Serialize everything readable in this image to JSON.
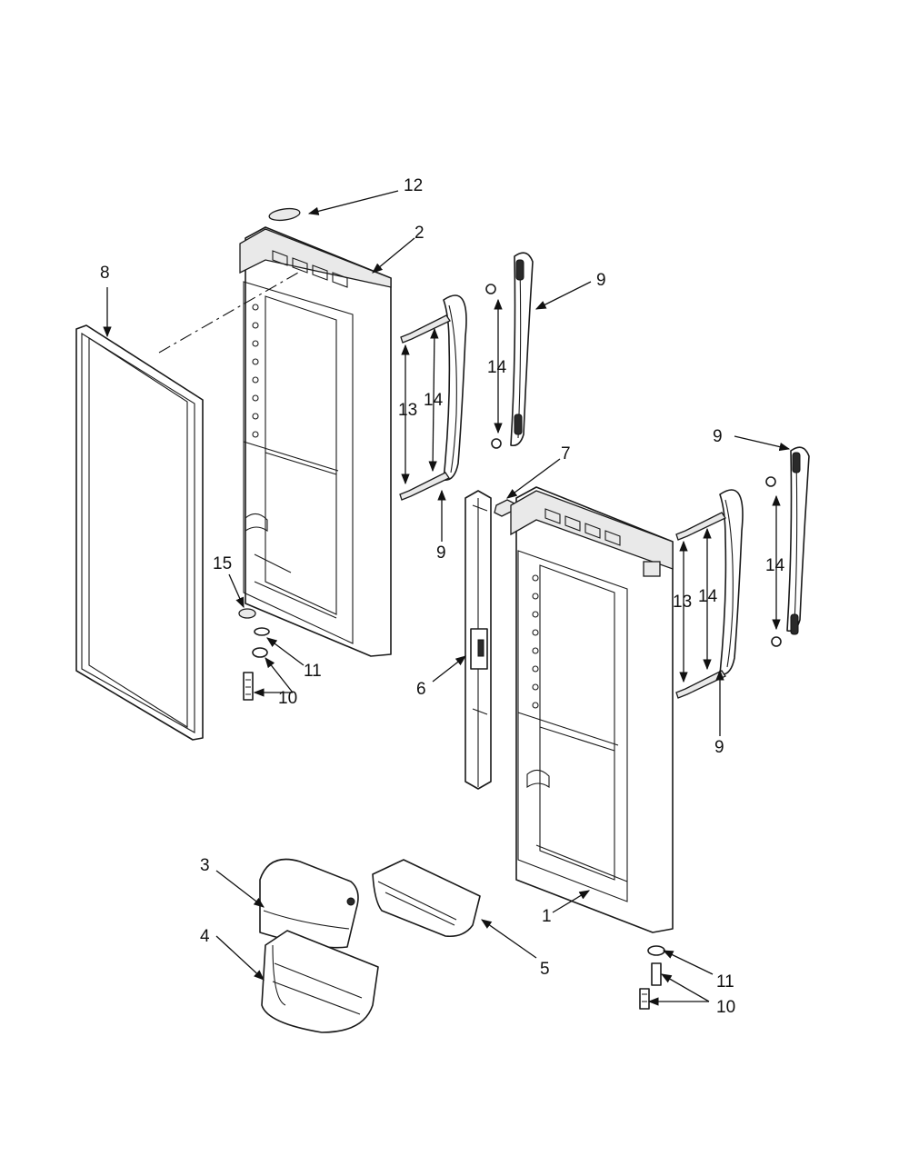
{
  "colors": {
    "line": "#1a1a1a",
    "background": "#ffffff"
  },
  "callouts": [
    {
      "id": "c12",
      "text": "12"
    },
    {
      "id": "c2",
      "text": "2"
    },
    {
      "id": "c8",
      "text": "8"
    },
    {
      "id": "c9a",
      "text": "9"
    },
    {
      "id": "c14a",
      "text": "14"
    },
    {
      "id": "c13a",
      "text": "13"
    },
    {
      "id": "c14b",
      "text": "14"
    },
    {
      "id": "c9b",
      "text": "9"
    },
    {
      "id": "c7",
      "text": "7"
    },
    {
      "id": "c9c",
      "text": "9"
    },
    {
      "id": "c13b",
      "text": "13"
    },
    {
      "id": "c14c",
      "text": "14"
    },
    {
      "id": "c14d",
      "text": "14"
    },
    {
      "id": "c9d",
      "text": "9"
    },
    {
      "id": "c15",
      "text": "15"
    },
    {
      "id": "c11a",
      "text": "11"
    },
    {
      "id": "c10a",
      "text": "10"
    },
    {
      "id": "c6",
      "text": "6"
    },
    {
      "id": "c3",
      "text": "3"
    },
    {
      "id": "c4",
      "text": "4"
    },
    {
      "id": "c5",
      "text": "5"
    },
    {
      "id": "c1",
      "text": "1"
    },
    {
      "id": "c11b",
      "text": "11"
    },
    {
      "id": "c10b",
      "text": "10"
    }
  ]
}
